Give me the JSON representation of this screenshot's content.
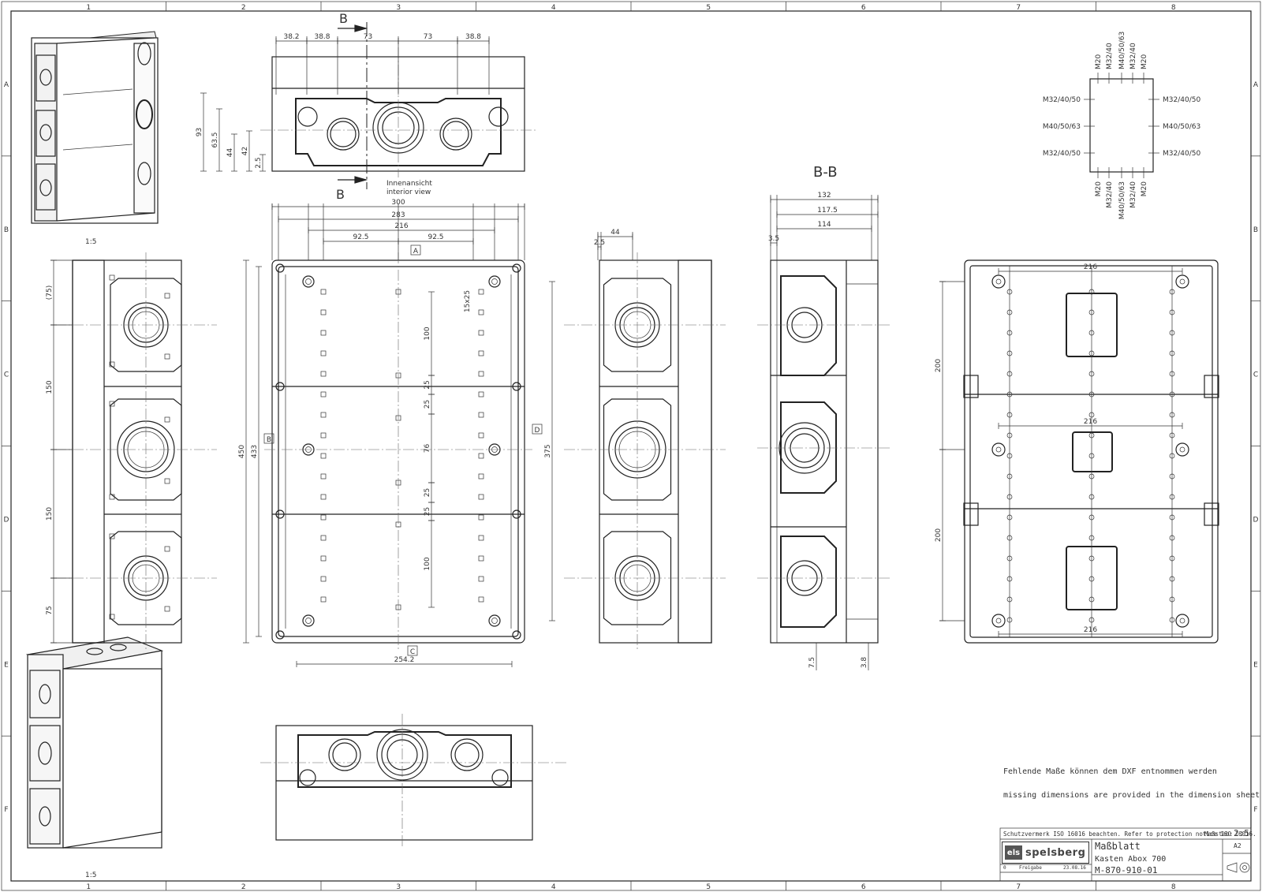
{
  "sheet": {
    "grid_columns": [
      "1",
      "2",
      "3",
      "4",
      "5",
      "6",
      "7",
      "8"
    ],
    "grid_rows": [
      "A",
      "B",
      "C",
      "D",
      "E",
      "F"
    ]
  },
  "views": {
    "iso_scale_top": "1:5",
    "iso_scale_bottom": "1:5",
    "section_label": "B-B",
    "section_marker": "B",
    "interior_view_de": "Innenansicht",
    "interior_view_en": "interior view",
    "datum_labels": [
      "A",
      "B",
      "C",
      "D"
    ]
  },
  "dimensions": {
    "top_view_horizontal": [
      "38.2",
      "38.8",
      "73",
      "73",
      "38.8"
    ],
    "top_view_vertical": [
      "93",
      "63.5",
      "44",
      "42",
      "2.5"
    ],
    "front_horizontal": [
      "300",
      "283",
      "216",
      "92.5",
      "92.5"
    ],
    "front_vertical_left": [
      "450",
      "433"
    ],
    "front_vertical_right": [
      "375"
    ],
    "front_inner": [
      "100",
      "25",
      "25",
      "76",
      "25",
      "25",
      "100",
      "15x25"
    ],
    "front_bottom": [
      "254.2"
    ],
    "left_side_vertical": [
      "(75)",
      "150",
      "150",
      "75"
    ],
    "right_side_horizontal": [
      "44",
      "2.5"
    ],
    "section_horizontal": [
      "132",
      "117.5",
      "114",
      "3.5"
    ],
    "section_bottom": [
      "7.5",
      "3.8"
    ],
    "rear_vertical": [
      "200",
      "200"
    ],
    "rear_small": [
      "216",
      "216",
      "216"
    ]
  },
  "entries": {
    "top": [
      "M20",
      "M32/40",
      "M40/50/63",
      "M32/40",
      "M20"
    ],
    "bottom": [
      "M20",
      "M32/40",
      "M40/50/63",
      "M32/40",
      "M20"
    ],
    "left": [
      "M32/40/50",
      "M40/50/63",
      "M32/40/50"
    ],
    "right": [
      "M32/40/50",
      "M40/50/63",
      "M32/40/50"
    ]
  },
  "notes": {
    "de": "Fehlende Maße können dem DXF entnommen werden",
    "en": "missing dimensions are provided in the dimension sheet"
  },
  "title_block": {
    "protection_notice": "Schutzvermerk ISO 16016 beachten. Refer to protection notice ISO 16016.",
    "scale_label": "Maßstab:",
    "scale": "2:5",
    "title": "Maßblatt",
    "subtitle": "Kasten Abox 700",
    "drawing_number": "M-870-910-01",
    "format": "A2",
    "revision": "0",
    "status": "Freigabe",
    "date": "23.08.16",
    "brand": "spelsberg",
    "brand_mark": "els"
  }
}
